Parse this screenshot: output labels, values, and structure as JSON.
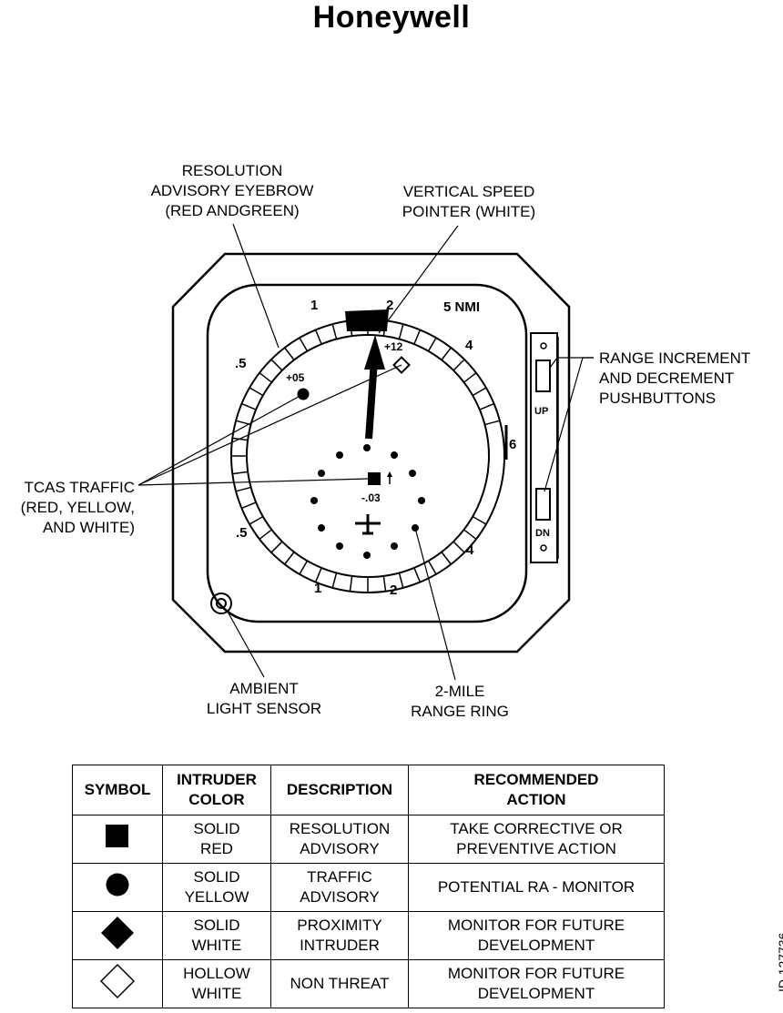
{
  "brand": "Honeywell",
  "callouts": {
    "eyebrow": [
      "RESOLUTION",
      "ADVISORY EYEBROW",
      "(RED ANDGREEN)"
    ],
    "vsi_pointer": [
      "VERTICAL SPEED",
      "POINTER (WHITE)"
    ],
    "range_buttons": [
      "RANGE INCREMENT",
      "AND DECREMENT",
      "PUSHBUTTONS"
    ],
    "tcas_traffic": [
      "TCAS TRAFFIC",
      "(RED, YELLOW,",
      "AND WHITE)"
    ],
    "ambient": [
      "AMBIENT",
      "LIGHT SENSOR"
    ],
    "range_ring": [
      "2-MILE",
      "RANGE RING"
    ]
  },
  "display": {
    "range_label": "5 NMI",
    "scale_top": [
      ".5",
      "1",
      "2",
      "4",
      "6"
    ],
    "scale_bottom": [
      ".5",
      "1",
      "2",
      "4"
    ],
    "traffic_tags": [
      "+05",
      "+12",
      "-.03"
    ],
    "button_up": "UP",
    "button_dn": "DN"
  },
  "legend": {
    "headers": [
      "SYMBOL",
      "INTRUDER COLOR",
      "DESCRIPTION",
      "RECOMMENDED ACTION"
    ],
    "rows": [
      {
        "symbol_icon": "filled-square",
        "color": [
          "SOLID",
          "RED"
        ],
        "description": [
          "RESOLUTION",
          "ADVISORY"
        ],
        "action": [
          "TAKE CORRECTIVE OR",
          "PREVENTIVE ACTION"
        ]
      },
      {
        "symbol_icon": "filled-circle",
        "color": [
          "SOLID",
          "YELLOW"
        ],
        "description": [
          "TRAFFIC",
          "ADVISORY"
        ],
        "action": [
          "POTENTIAL RA - MONITOR"
        ]
      },
      {
        "symbol_icon": "filled-diamond",
        "color": [
          "SOLID",
          "WHITE"
        ],
        "description": [
          "PROXIMITY",
          "INTRUDER"
        ],
        "action": [
          "MONITOR FOR FUTURE",
          "DEVELOPMENT"
        ]
      },
      {
        "symbol_icon": "hollow-diamond",
        "color": [
          "HOLLOW",
          "WHITE"
        ],
        "description": [
          "NON THREAT"
        ],
        "action": [
          "MONITOR FOR FUTURE",
          "DEVELOPMENT"
        ]
      }
    ]
  },
  "doc_id": "ID-127736"
}
